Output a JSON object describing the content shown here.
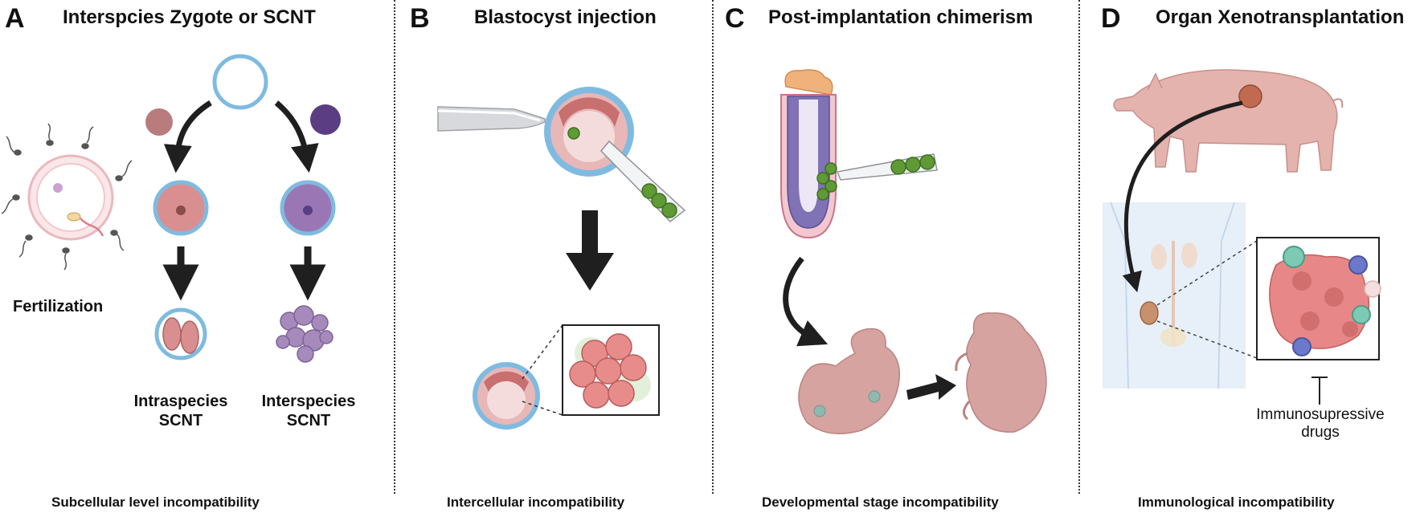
{
  "panels": {
    "a": {
      "letter": "A",
      "title": "Interspcies Zygote or SCNT",
      "fertilization": "Fertilization",
      "intra_line1": "Intraspecies",
      "intra_line2": "SCNT",
      "inter_line1": "Interspecies",
      "inter_line2": "SCNT",
      "footer": "Subcellular level incompatibility"
    },
    "b": {
      "letter": "B",
      "title": "Blastocyst injection",
      "footer": "Intercellular incompatibility"
    },
    "c": {
      "letter": "C",
      "title": "Post-implantation chimerism",
      "footer": "Developmental stage incompatibility"
    },
    "d": {
      "letter": "D",
      "title": "Organ Xenotransplantation",
      "drug_line1": "Immunosupressive",
      "drug_line2": "drugs",
      "footer": "Immunological  incompatibility"
    }
  },
  "colors": {
    "zona_blue": "#7fbbe0",
    "cytoplasm_pink": "#d98f8f",
    "cytoplasm_purple": "#9a77b4",
    "donor_pink": "#b97c7c",
    "donor_purple": "#5a3d82",
    "arrow": "#1f1f1f",
    "green_cell": "#5f9a36",
    "skin_pink": "#d6a3a0",
    "body_blue": "#dde8f4"
  }
}
